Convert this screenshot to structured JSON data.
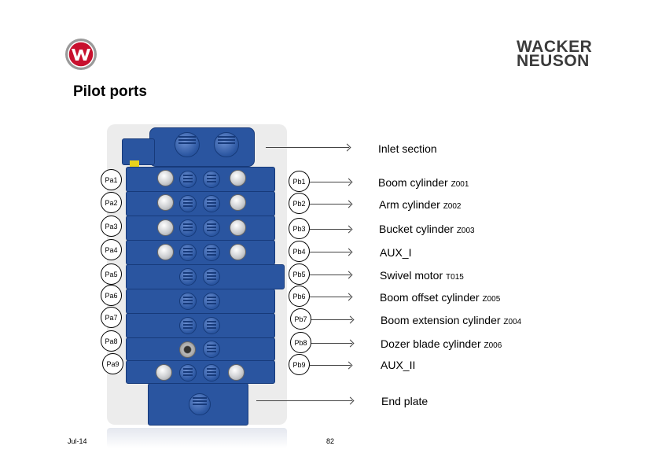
{
  "page": {
    "title": "Pilot ports",
    "date": "Jul-14",
    "page_number": "82"
  },
  "brand": {
    "logo_line1": "WACKER",
    "logo_line2": "NEUSON",
    "logo_color": "#3b3b3b",
    "accent": "#c8102e"
  },
  "ports_left": [
    "Pa1",
    "Pa2",
    "Pa3",
    "Pa4",
    "Pa5",
    "Pa6",
    "Pa7",
    "Pa8",
    "Pa9"
  ],
  "ports_right": [
    "Pb1",
    "Pb2",
    "Pb3",
    "Pb4",
    "Pb5",
    "Pb6",
    "Pb7",
    "Pb8",
    "Pb9"
  ],
  "sections": [
    {
      "name": "Inlet section",
      "code": ""
    },
    {
      "name": "Boom cylinder ",
      "code": "Z001"
    },
    {
      "name": "Arm cylinder ",
      "code": "Z002"
    },
    {
      "name": "Bucket cylinder ",
      "code": "Z003"
    },
    {
      "name": "AUX_I",
      "code": ""
    },
    {
      "name": "Swivel motor ",
      "code": "T015"
    },
    {
      "name": "Boom offset cylinder ",
      "code": "Z005"
    },
    {
      "name": "Boom extension cylinder ",
      "code": "Z004"
    },
    {
      "name": "Dozer blade cylinder ",
      "code": "Z006"
    },
    {
      "name": "AUX_II",
      "code": ""
    },
    {
      "name": "End plate",
      "code": ""
    }
  ],
  "colors": {
    "valve_blue": "#2a55a0"
  }
}
